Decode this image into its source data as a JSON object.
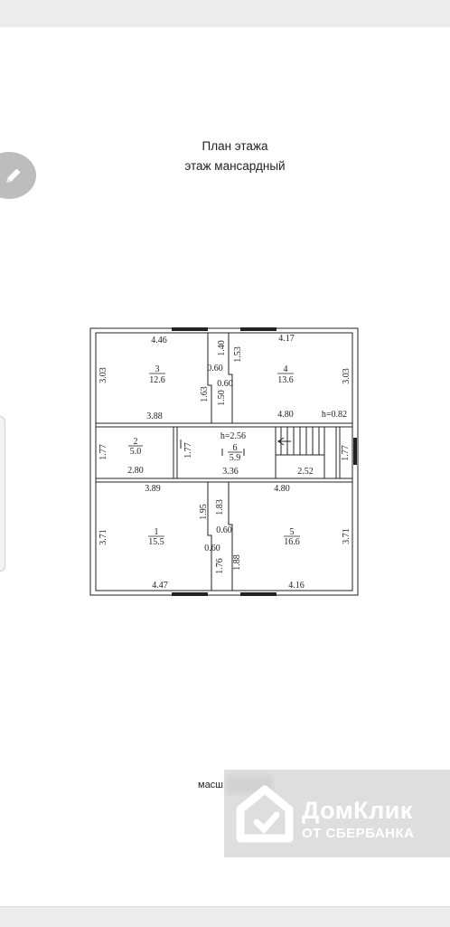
{
  "title": {
    "line1": "План этажа",
    "line2": "этаж мансардный"
  },
  "scale_label": "масш",
  "watermark": {
    "brand": "ДомКлик",
    "sub": "ОТ СБЕРБАНКА"
  },
  "rooms": [
    {
      "num": "3",
      "area": "12.6"
    },
    {
      "num": "4",
      "area": "13.6"
    },
    {
      "num": "2",
      "area": "5.0"
    },
    {
      "num": "6",
      "area": "5.9"
    },
    {
      "num": "1",
      "area": "15.5"
    },
    {
      "num": "5",
      "area": "16.6"
    }
  ],
  "dims": {
    "d446": "4.46",
    "d417": "4.17",
    "d140": "1.40",
    "d153": "1.53",
    "d060a": "0.60",
    "d060b": "0.60",
    "d163": "1.63",
    "d150": "1.50",
    "d303a": "3.03",
    "d303b": "3.03",
    "d388": "3.88",
    "d480a": "4.80",
    "h082": "h=0.82",
    "h256": "h=2.56",
    "d177a": "1.77",
    "d177b": "1.77",
    "d177c": "1.77",
    "d280": "2.80",
    "d336": "3.36",
    "d252": "2.52",
    "d389": "3.89",
    "d480b": "4.80",
    "d195": "1.95",
    "d183": "1.83",
    "d060c": "0.60",
    "d060d": "0.60",
    "d371a": "3.71",
    "d371b": "3.71",
    "d176": "1.76",
    "d188": "1.88",
    "d447": "4.47",
    "d416": "4.16"
  },
  "colors": {
    "line": "#222222",
    "watermark_bg": "#c3c3c3",
    "edit_button": "#bdbdbd"
  }
}
